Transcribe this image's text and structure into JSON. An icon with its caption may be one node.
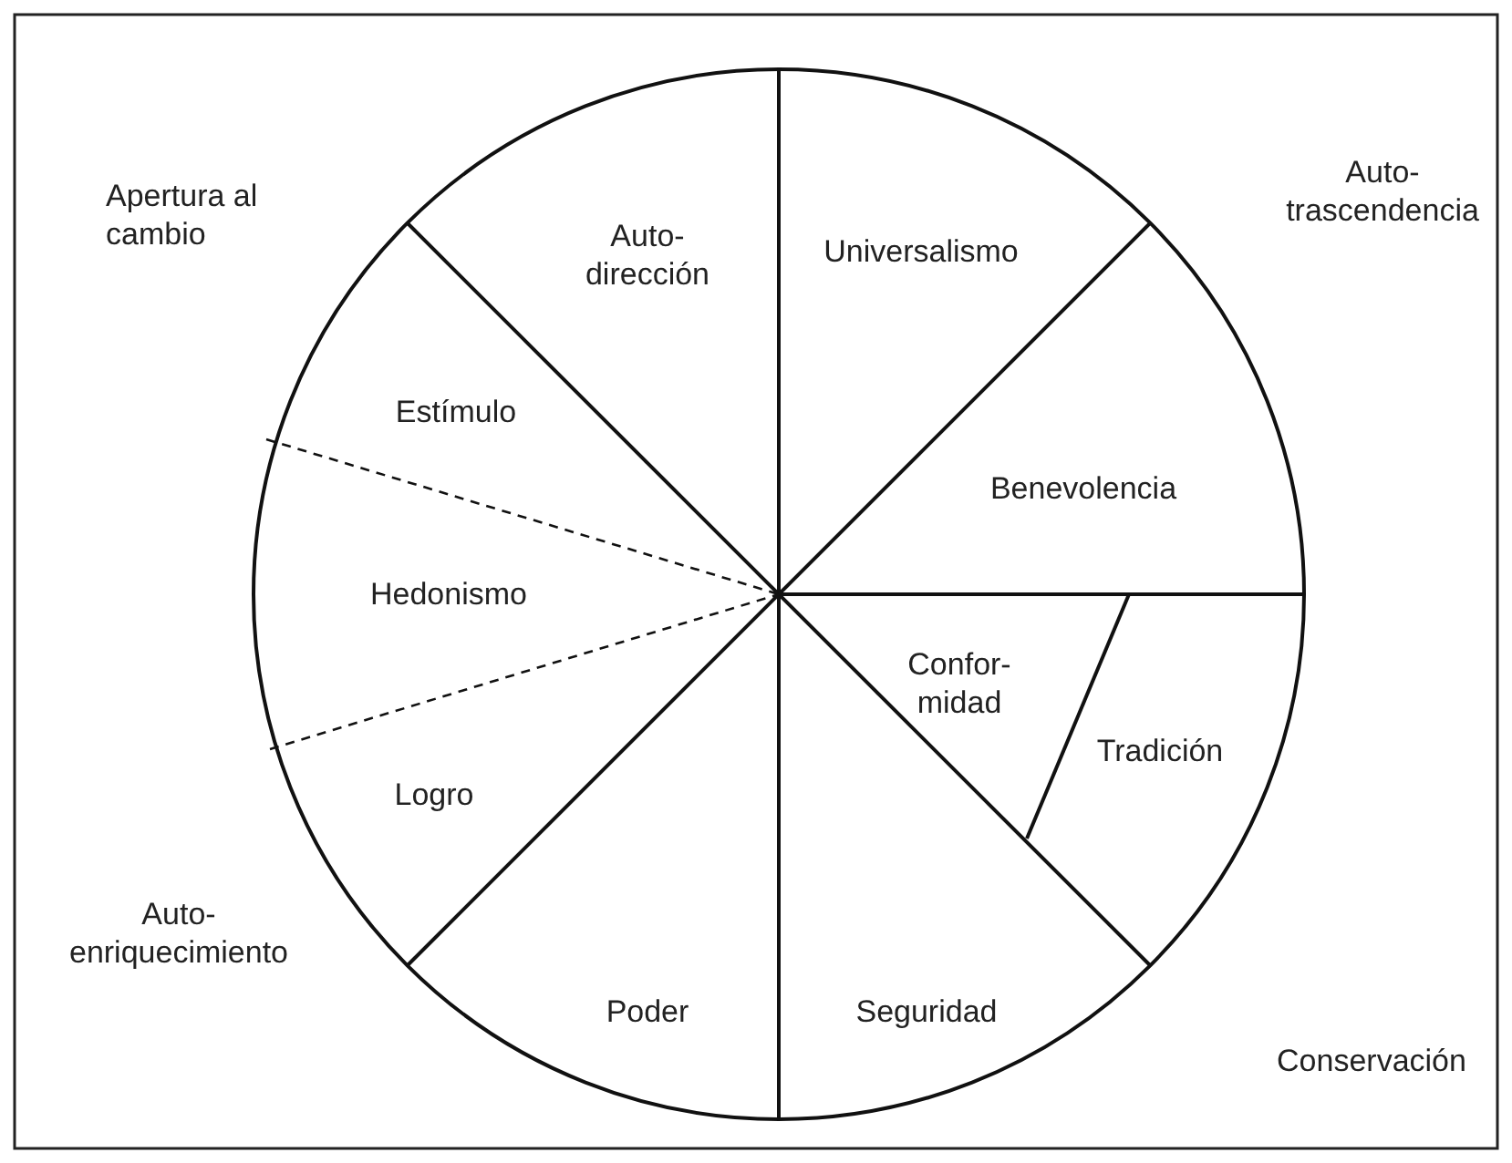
{
  "diagram": {
    "labels": [
      "Apertura al cambio",
      "Auto- dirección",
      "Universalismo",
      "Auto- trascendencia",
      "Estímulo",
      "Benevolencia",
      "Hedonismo",
      "Confor- midad",
      "Tradición",
      "Logro",
      "Auto- enriquecimiento",
      "Poder",
      "Seguridad",
      "Conservación"
    ]
  }
}
